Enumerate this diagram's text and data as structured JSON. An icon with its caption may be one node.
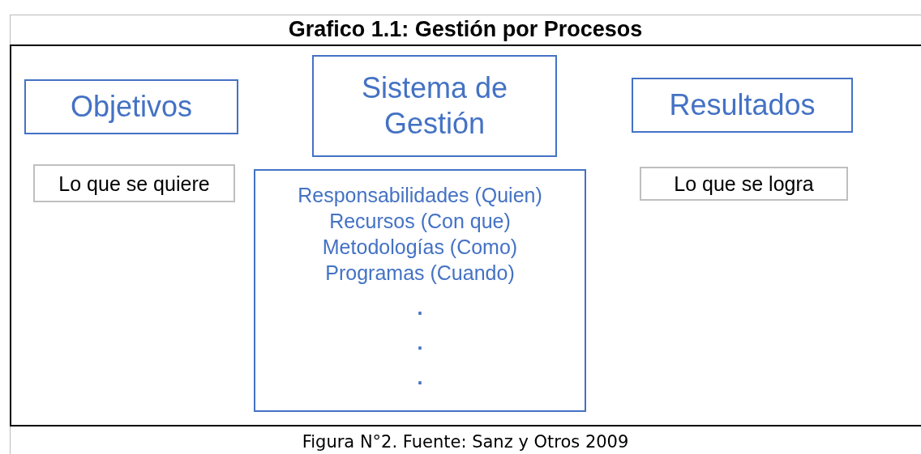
{
  "diagram": {
    "title": "Grafico 1.1: Gestión por Procesos",
    "caption": "Figura N°2. Fuente: Sanz y Otros 2009",
    "nodes": [
      {
        "text": [
          "Objetivos"
        ]
      },
      {
        "text": [
          "Sistema de Gestión"
        ]
      },
      {
        "text": [
          "Resultados"
        ]
      },
      {
        "text": [
          "Lo que se quiere"
        ]
      },
      {
        "text": [
          "Responsabilidades (Quien)",
          "Recursos (Con que)",
          "Metodologías (Como)",
          "Programas (Cuando)",
          ".",
          ".",
          "."
        ]
      },
      {
        "text": [
          "Lo que se logra"
        ]
      }
    ],
    "edges": []
  }
}
